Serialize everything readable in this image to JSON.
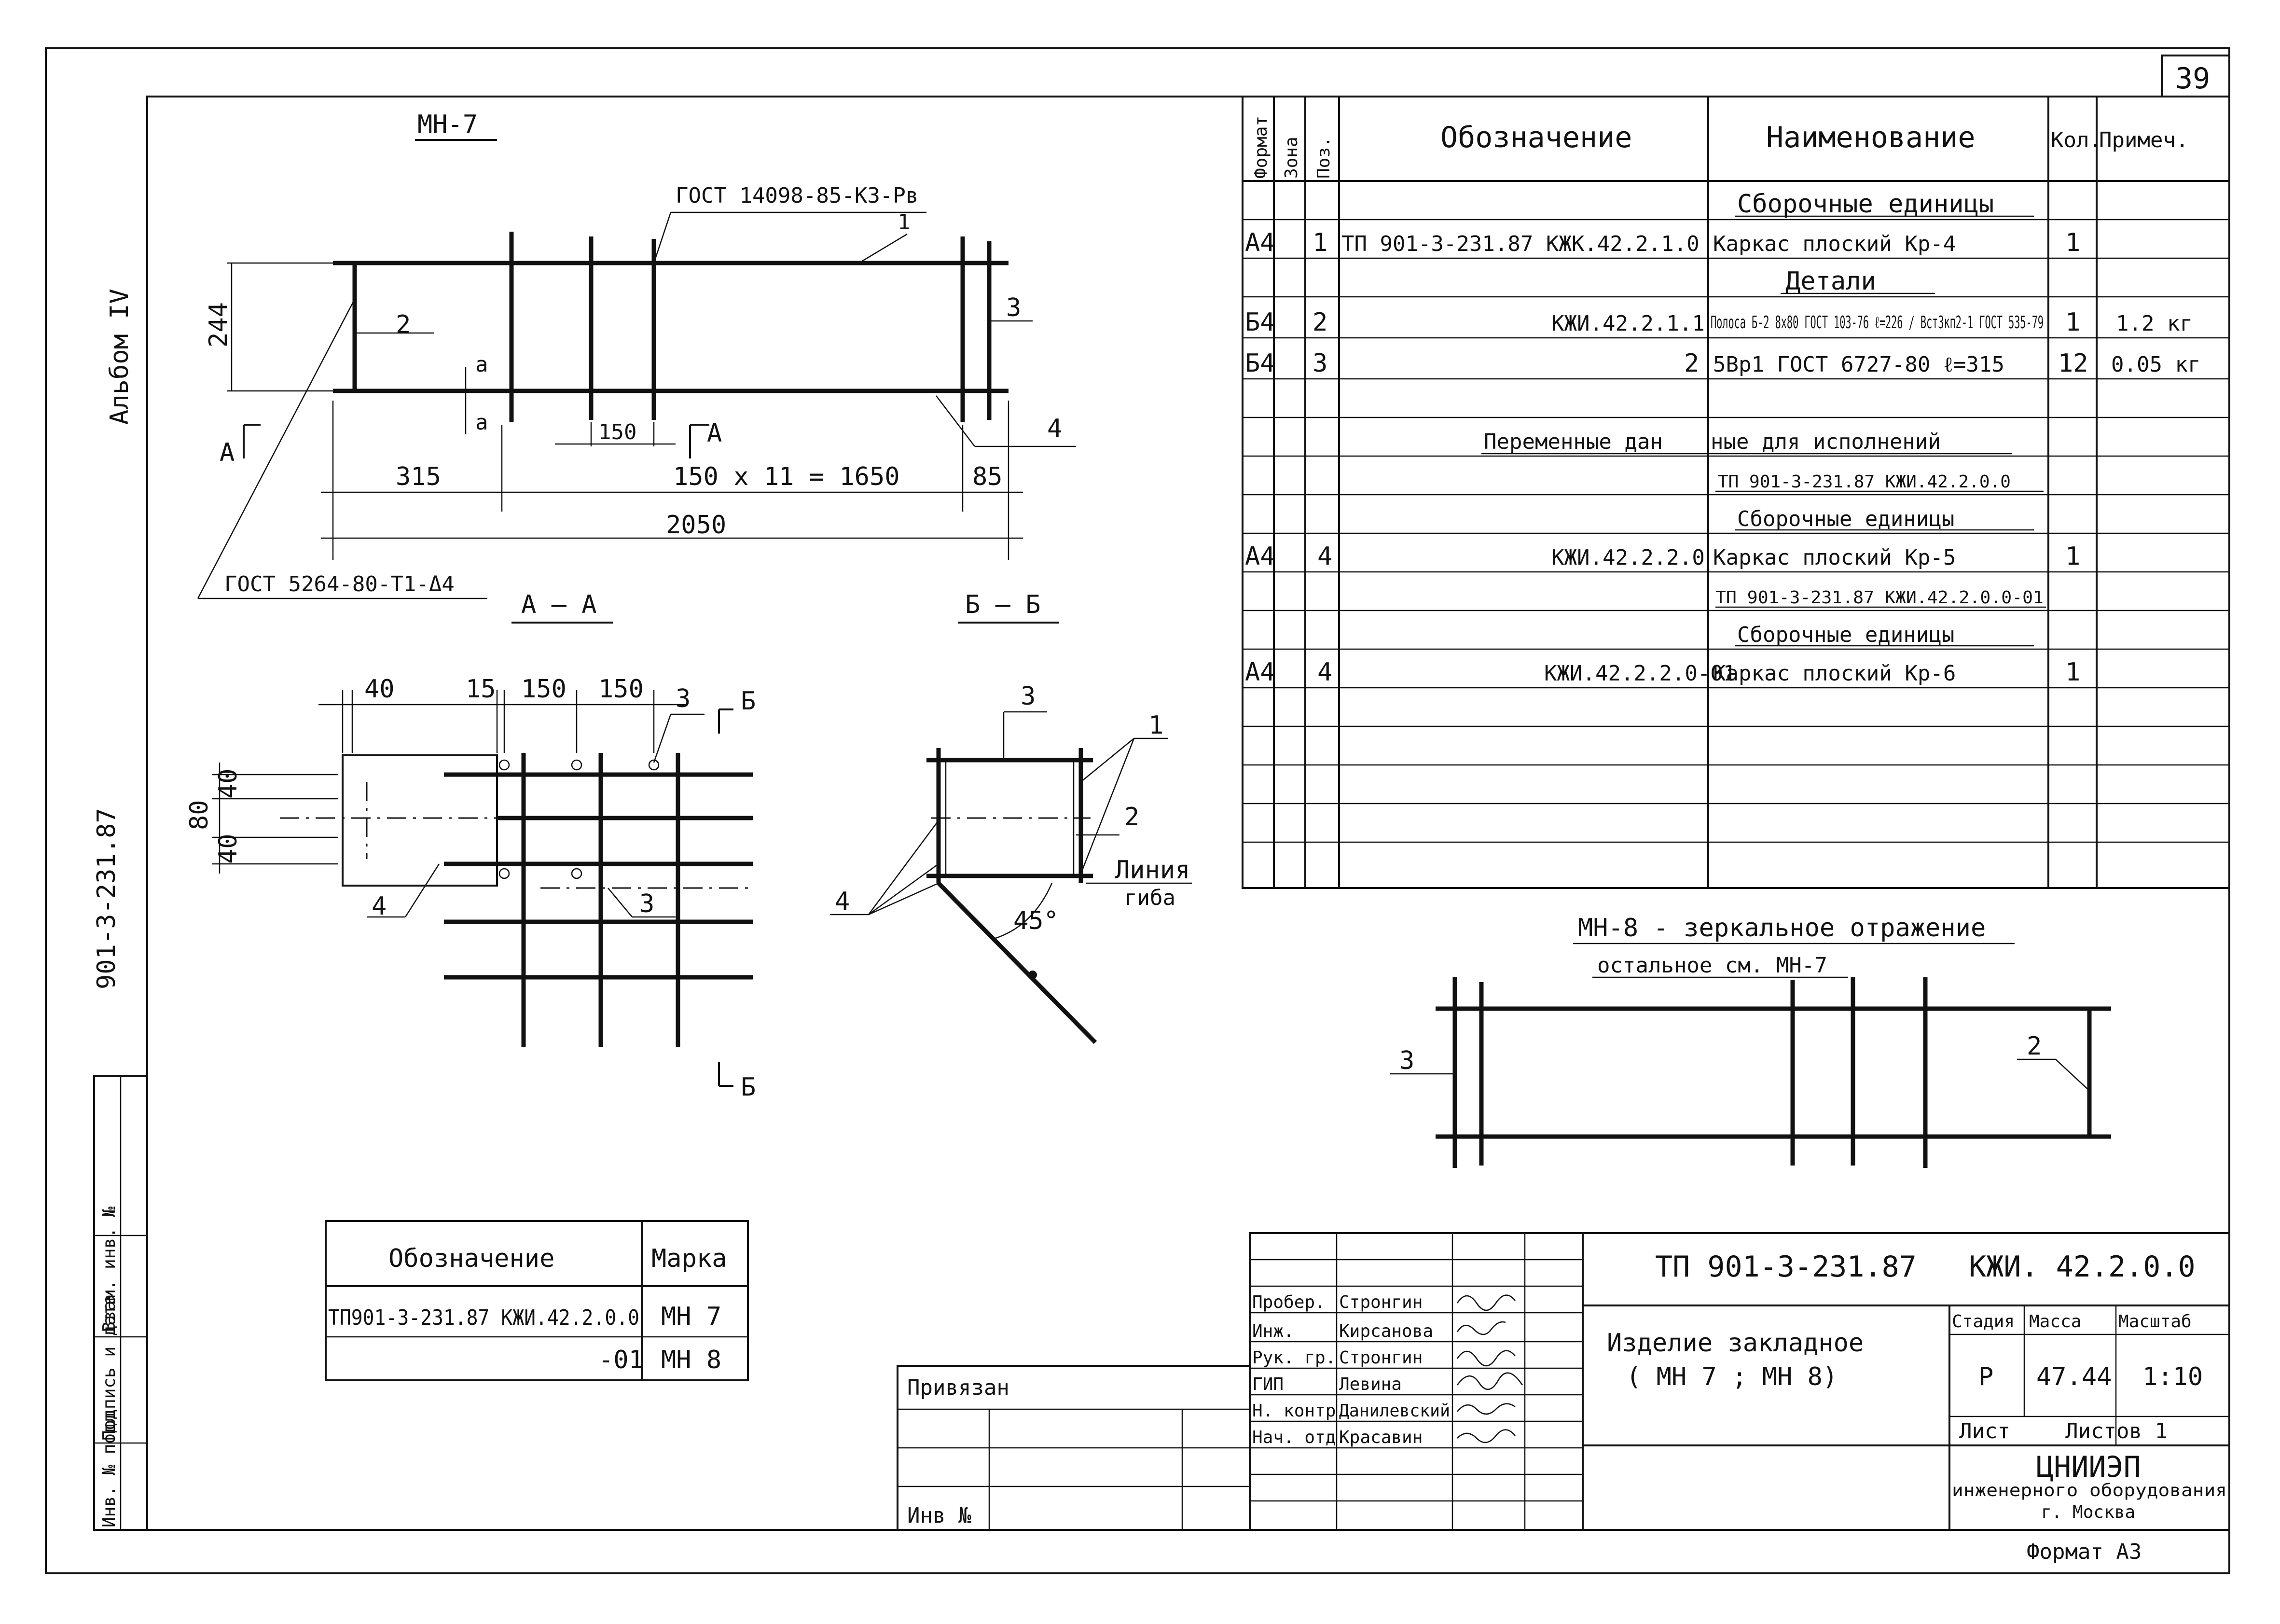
{
  "sheet_number": "39",
  "side_labels": {
    "album": "Альбом IV",
    "code": "901-3-231.87"
  },
  "side_stamp": [
    "Инв. № подл",
    "Подпись и дата",
    "Взам. инв. №"
  ],
  "drawings": {
    "mn7": {
      "title": "МН-7",
      "gost_top": "ГОСТ 14098-85-К3-Рв",
      "gost_bottom": "ГОСТ 5264-80-Т1-Δ4",
      "dims": [
        "244",
        "150",
        "315",
        "150 x 11 = 1650",
        "85",
        "2050"
      ],
      "callouts": [
        "1",
        "2",
        "3",
        "4"
      ],
      "section_marks": [
        "А",
        "А",
        "а",
        "а"
      ]
    },
    "section_aa": {
      "title": "А – А",
      "dims": [
        "40",
        "15",
        "150",
        "150",
        "40",
        "80",
        "40"
      ],
      "callouts": [
        "3",
        "3",
        "4"
      ],
      "cut_mark": "Б"
    },
    "section_bb": {
      "title": "Б – Б",
      "callouts": [
        "3",
        "1",
        "2",
        "4"
      ],
      "bend_line": [
        "Линия",
        "гиба"
      ],
      "angle": "45°"
    },
    "mn8": {
      "title": "МН-8 - зеркальное отражение",
      "subtitle": "остальное см. МН-7",
      "callouts": [
        "2",
        "3"
      ]
    }
  },
  "spec_table": {
    "headers": [
      "Формат",
      "Зона",
      "Поз.",
      "Обозначение",
      "Наименование",
      "Кол.",
      "Примеч."
    ],
    "rows": [
      {
        "f": "",
        "z": "",
        "p": "",
        "d": "",
        "n": "Сборочные единицы",
        "q": "",
        "r": "",
        "section": true
      },
      {
        "f": "А4",
        "z": "",
        "p": "1",
        "d": "ТП 901-3-231.87   КЖК.42.2.1.0",
        "n": "Каркас плоский Кр-4",
        "q": "1",
        "r": ""
      },
      {
        "f": "",
        "z": "",
        "p": "",
        "d": "",
        "n": "Детали",
        "q": "",
        "r": "",
        "section": true
      },
      {
        "f": "Б4",
        "z": "",
        "p": "2",
        "d": "КЖИ.42.2.1.1",
        "n": "Полоса Б-2 8х80 ГОСТ 103-76 ℓ=226 / Вст3кп2-1 ГОСТ 535-79",
        "q": "1",
        "r": "1.2 кг"
      },
      {
        "f": "Б4",
        "z": "",
        "p": "3",
        "d": "2",
        "n": "5Вр1 ГОСТ 6727-80 ℓ=315",
        "q": "12",
        "r": "0.05 кг"
      },
      {
        "f": "",
        "z": "",
        "p": "",
        "d": "",
        "n": "",
        "q": "",
        "r": ""
      },
      {
        "f": "",
        "z": "",
        "p": "",
        "d": "Переменные дан",
        "n": "ные для исполнений",
        "q": "",
        "r": "",
        "section": true
      },
      {
        "f": "",
        "z": "",
        "p": "",
        "d": "",
        "n": "ТП 901-3-231.87 КЖИ.42.2.0.0",
        "q": "",
        "r": "",
        "section": true
      },
      {
        "f": "",
        "z": "",
        "p": "",
        "d": "",
        "n": "Сборочные единицы",
        "q": "",
        "r": "",
        "section": true
      },
      {
        "f": "А4",
        "z": "",
        "p": "4",
        "d": "КЖИ.42.2.2.0",
        "n": "Каркас плоский  Кр-5",
        "q": "1",
        "r": ""
      },
      {
        "f": "",
        "z": "",
        "p": "",
        "d": "",
        "n": "ТП 901-3-231.87 КЖИ.42.2.0.0-01",
        "q": "",
        "r": "",
        "section": true
      },
      {
        "f": "",
        "z": "",
        "p": "",
        "d": "",
        "n": "Сборочные единицы",
        "q": "",
        "r": "",
        "section": true
      },
      {
        "f": "А4",
        "z": "",
        "p": "4",
        "d": "КЖИ.42.2.2.0-01",
        "n": "Каркас плоский  Кр-6",
        "q": "1",
        "r": ""
      }
    ]
  },
  "mark_table": {
    "headers": [
      "Обозначение",
      "Марка"
    ],
    "rows": [
      {
        "d": "ТП901-3-231.87  КЖИ.42.2.0.0",
        "m": "МН 7"
      },
      {
        "d": "-01",
        "m": "МН 8"
      }
    ]
  },
  "title_block": {
    "project_code": "ТП 901-3-231.87",
    "doc_code": "КЖИ. 42.2.0.0",
    "name_line1": "Изделие закладное",
    "name_line2": "( МН 7 ;  МН 8)",
    "stage_header": "Стадия",
    "mass_header": "Масса",
    "scale_header": "Масштаб",
    "stage": "Р",
    "mass": "47.44",
    "scale": "1:10",
    "sheet_label": "Лист",
    "sheets_label": "Листов 1",
    "org_name": "ЦНИИЭП",
    "org_sub": "инженерного оборудования",
    "org_city": "г. Москва",
    "format": "Формат А3",
    "privyazan": "Привязан",
    "inv_no": "Инв №",
    "signatures": [
      {
        "role": "Пробер.",
        "name": "Стронгин"
      },
      {
        "role": "Инж.",
        "name": "Кирсанова"
      },
      {
        "role": "Рук. гр.",
        "name": "Стронгин"
      },
      {
        "role": "ГИП",
        "name": "Левина"
      },
      {
        "role": "Н. контр.",
        "name": "Данилевский"
      },
      {
        "role": "Нач. отд.",
        "name": "Красавин"
      }
    ]
  }
}
